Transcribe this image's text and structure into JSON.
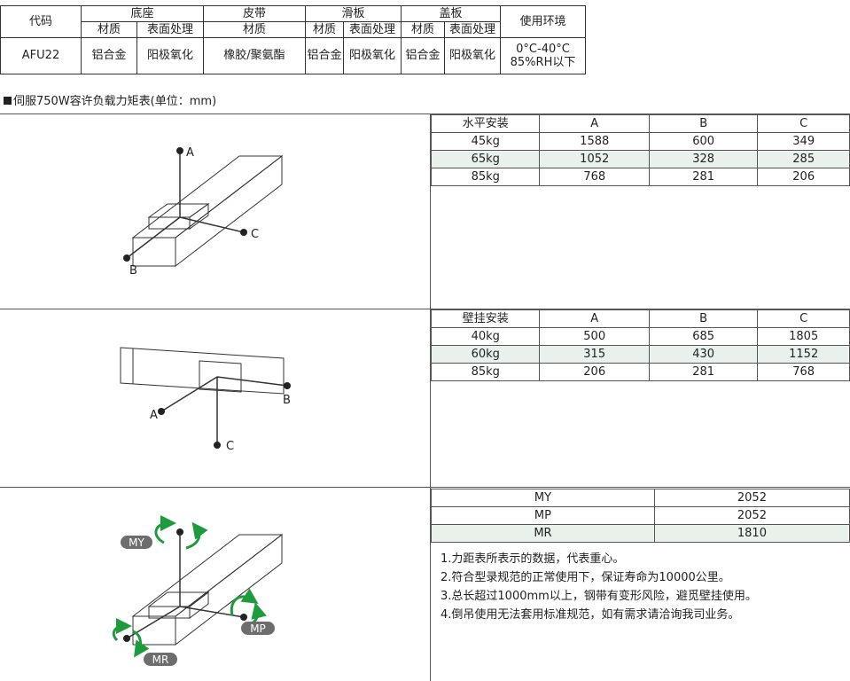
{
  "spec": {
    "header": {
      "code": "代码",
      "base": "底座",
      "belt": "皮带",
      "slider": "滑板",
      "cover": "盖板",
      "env": "使用环境"
    },
    "sub": {
      "base_material": "材质",
      "base_surface": "表面处理",
      "belt_material": "材质",
      "slider_material": "材质",
      "slider_surface": "表面处理",
      "cover_material": "材质",
      "cover_surface": "表面处理"
    },
    "row": {
      "code": "AFU22",
      "base_material": "铝合金",
      "base_surface": "阳极氧化",
      "belt_material": "橡胶/聚氨酯",
      "slider_material": "铝合金",
      "slider_surface": "阳极氧化",
      "cover_material": "铝合金",
      "cover_surface": "阳极氧化",
      "env_line1": "0°C-40°C",
      "env_line2": "85%RH以下"
    }
  },
  "section_title": "伺服750W容许负载力矩表(单位：mm)",
  "horizontal": {
    "header": [
      "水平安装",
      "A",
      "B",
      "C"
    ],
    "rows": [
      [
        "45kg",
        "1588",
        "600",
        "349"
      ],
      [
        "65kg",
        "1052",
        "328",
        "285"
      ],
      [
        "85kg",
        "768",
        "281",
        "206"
      ]
    ],
    "diagram": {
      "a": "A",
      "b": "B",
      "c": "C"
    }
  },
  "wall": {
    "header": [
      "壁挂安装",
      "A",
      "B",
      "C"
    ],
    "rows": [
      [
        "40kg",
        "500",
        "685",
        "1805"
      ],
      [
        "60kg",
        "315",
        "430",
        "1152"
      ],
      [
        "85kg",
        "206",
        "281",
        "768"
      ]
    ],
    "diagram": {
      "a": "A",
      "b": "B",
      "c": "C"
    }
  },
  "moment": {
    "rows": [
      [
        "MY",
        "2052"
      ],
      [
        "MP",
        "2052"
      ],
      [
        "MR",
        "1810"
      ]
    ],
    "diagram": {
      "my": "MY",
      "mp": "MP",
      "mr": "MR"
    }
  },
  "notes": [
    "1.力距表所表示的数据，代表重心。",
    "2.符合型录规范的正常使用下，保证寿命为10000公里。",
    "3.总长超过1000mm以上，钢带有变形风险，避觅壁挂使用。",
    "4.倒吊使用无法套用标准规范，如有需求请洽询我司业务。"
  ],
  "colors": {
    "arrow_green": "#1e9b3c",
    "pill_gray": "#6d6d6d",
    "row_alt": "#e9f2ea"
  }
}
